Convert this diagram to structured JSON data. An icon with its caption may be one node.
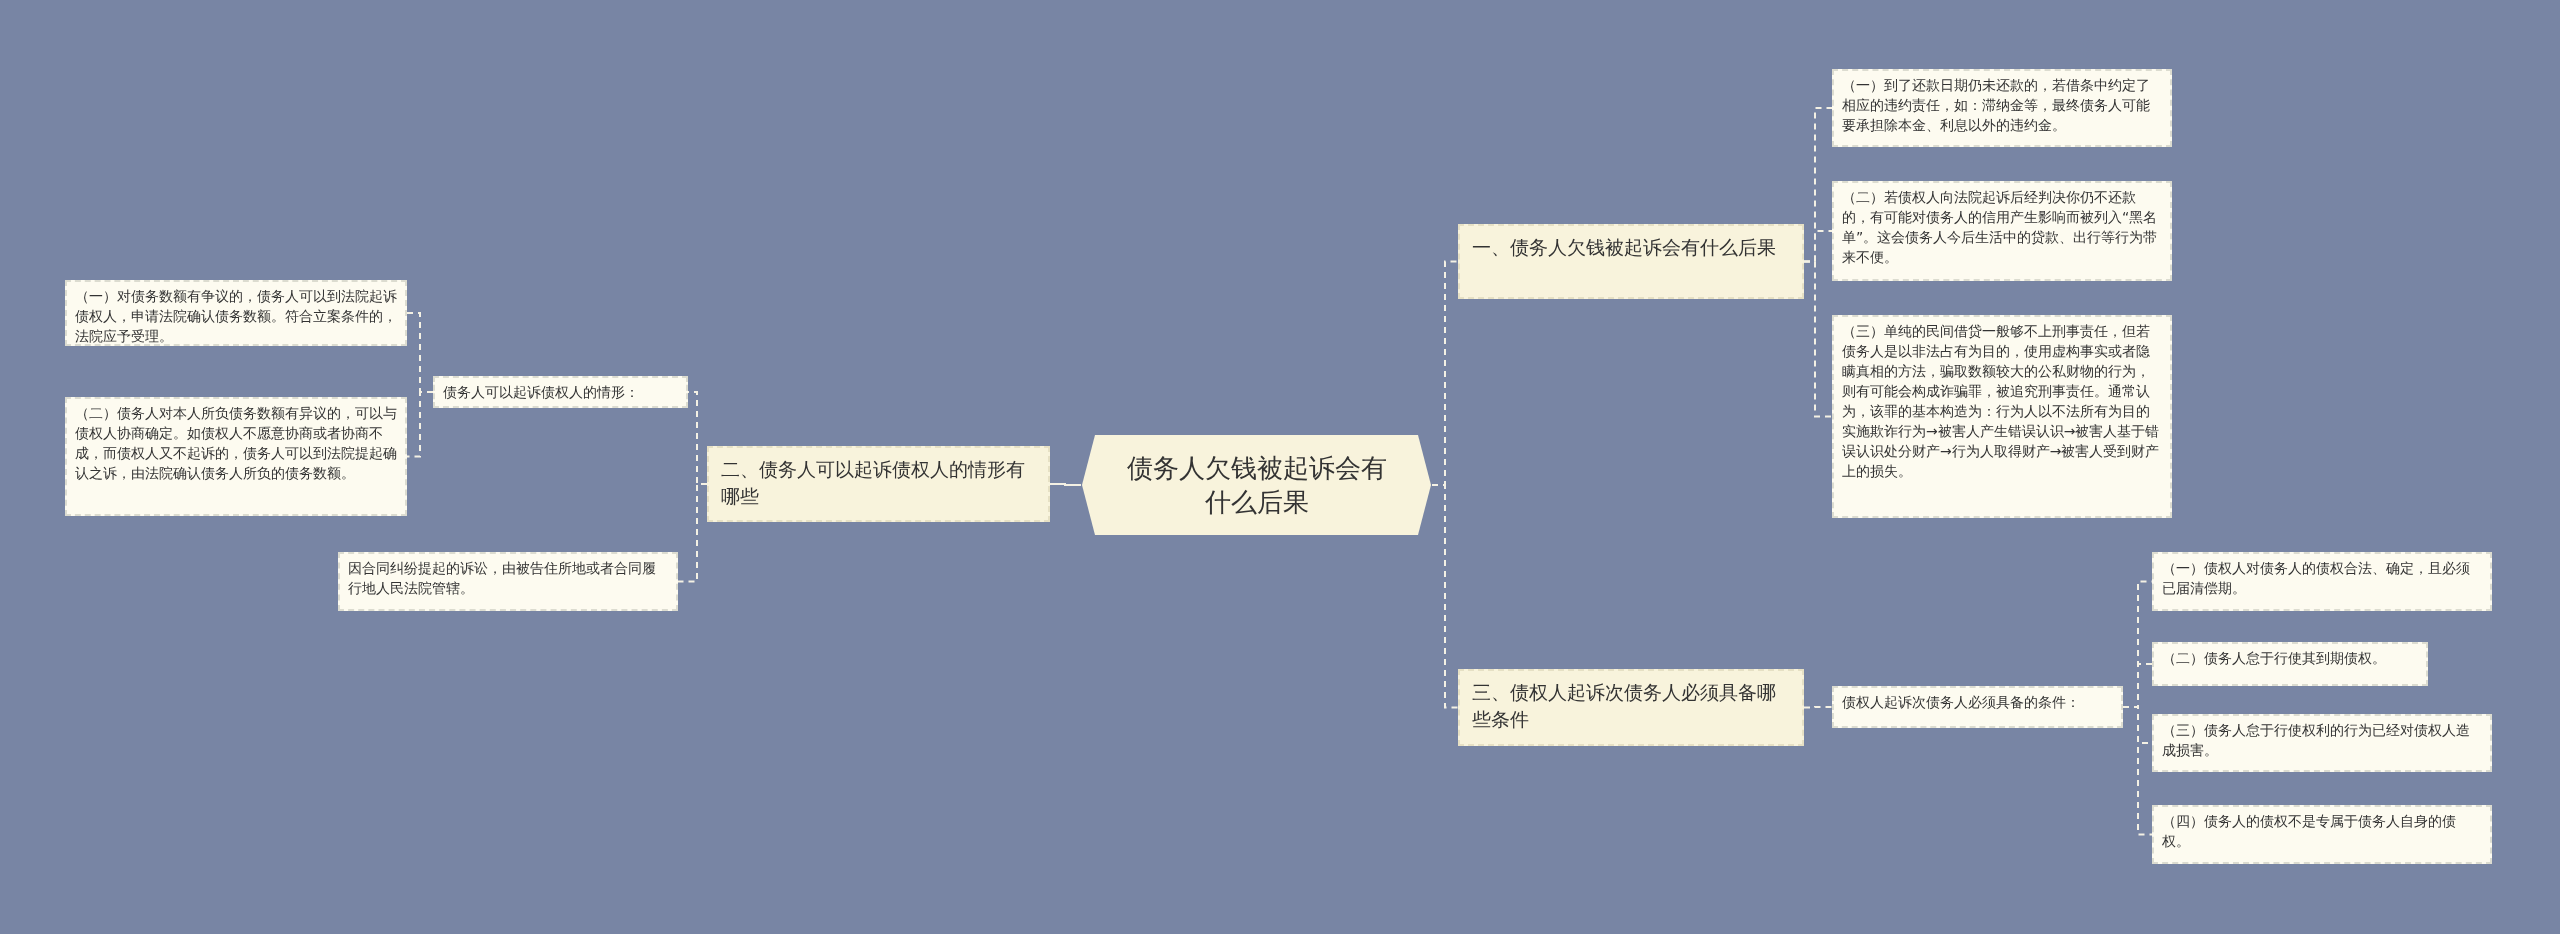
{
  "diagram": {
    "nodes": [
      {
        "text": [
          "债务人欠钱被起诉会有什么后果"
        ]
      },
      {
        "text": [
          "一、债务人欠钱被起诉会有什么后果"
        ]
      },
      {
        "text": [
          "（一）到了还款日期仍未还款的，若借条中约定了相应的违约责任，如：滞纳金等，最终债务人可能要承担除本金、利息以外的违约金。"
        ]
      },
      {
        "text": [
          "（二）若债权人向法院起诉后经判决你仍不还款的，有可能对债务人的信用产生影响而被列入“黑名单”。这会债务人今后生活中的贷款、出行等行为带来不便。"
        ]
      },
      {
        "text": [
          "（三）单纯的民间借贷一般够不上刑事责任，但若债务人是以非法占有为目的，使用虚构事实或者隐瞒真相的方法，骗取数额较大的公私财物的行为，则有可能会构成诈骗罪，被追究刑事责任。通常认为，该罪的基本构造为：行为人以不法所有为目的实施欺诈行为→被害人产生错误认识→被害人基于错误认识处分财产→行为人取得财产→被害人受到财产上的损失。"
        ]
      },
      {
        "text": [
          "三、债权人起诉次债务人必须具备哪些条件"
        ]
      },
      {
        "text": [
          "债权人起诉次债务人必须具备的条件："
        ]
      },
      {
        "text": [
          "（一）债权人对债务人的债权合法、确定，且必须已届清偿期。"
        ]
      },
      {
        "text": [
          "（二）债务人怠于行使其到期债权。"
        ]
      },
      {
        "text": [
          "（三）债务人怠于行使权利的行为已经对债权人造成损害。"
        ]
      },
      {
        "text": [
          "（四）债务人的债权不是专属于债务人自身的债权。"
        ]
      },
      {
        "text": [
          "二、债务人可以起诉债权人的情形有哪些"
        ]
      },
      {
        "text": [
          "债务人可以起诉债权人的情形："
        ]
      },
      {
        "text": [
          "（一）对债务数额有争议的，债务人可以到法院起诉债权人，申请法院确认债务数额。符合立案条件的，法院应予受理。"
        ]
      },
      {
        "text": [
          "（二）债务人对本人所负债务数额有异议的，可以与债权人协商确定。如债权人不愿意协商或者协商不成，而债权人又不起诉的，债务人可以到法院提起确认之诉，由法院确认债务人所负的债务数额。"
        ]
      },
      {
        "text": [
          "因合同纠纷提起的诉讼，由被告住所地或者合同履行地人民法院管辖。"
        ]
      }
    ],
    "edges": [
      {
        "from": 0,
        "to": 1,
        "arrow": "none",
        "style": "dashed"
      },
      {
        "from": 1,
        "to": 2,
        "arrow": "none",
        "style": "dashed"
      },
      {
        "from": 1,
        "to": 3,
        "arrow": "none",
        "style": "dashed"
      },
      {
        "from": 1,
        "to": 4,
        "arrow": "none",
        "style": "dashed"
      },
      {
        "from": 0,
        "to": 5,
        "arrow": "none",
        "style": "dashed"
      },
      {
        "from": 5,
        "to": 6,
        "arrow": "none",
        "style": "dashed"
      },
      {
        "from": 6,
        "to": 7,
        "arrow": "none",
        "style": "dashed"
      },
      {
        "from": 6,
        "to": 8,
        "arrow": "none",
        "style": "dashed"
      },
      {
        "from": 6,
        "to": 9,
        "arrow": "none",
        "style": "dashed"
      },
      {
        "from": 6,
        "to": 10,
        "arrow": "none",
        "style": "dashed"
      },
      {
        "from": 0,
        "to": 11,
        "arrow": "none"
      },
      {
        "from": 11,
        "to": 12,
        "arrow": "none",
        "style": "dashed"
      },
      {
        "from": 12,
        "to": 13,
        "arrow": "none",
        "style": "dashed"
      },
      {
        "from": 12,
        "to": 14,
        "arrow": "none",
        "style": "dashed"
      },
      {
        "from": 11,
        "to": 15,
        "arrow": "none",
        "style": "dashed"
      }
    ]
  }
}
